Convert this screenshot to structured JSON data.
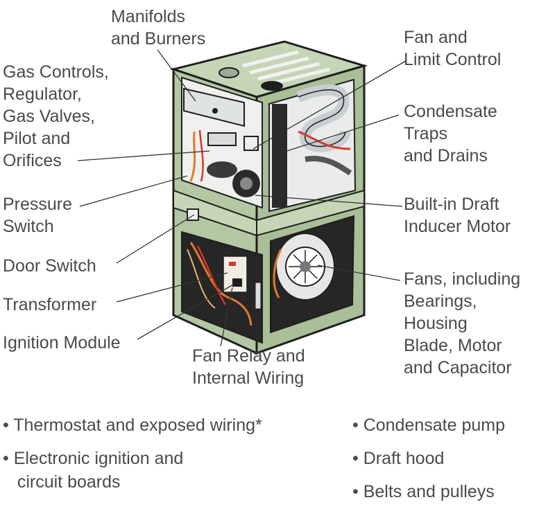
{
  "labels": {
    "manifolds": "Manifolds\nand Burners",
    "gas_controls": "Gas Controls,\nRegulator,\nGas Valves,\nPilot and\nOrifices",
    "pressure_switch": "Pressure\nSwitch",
    "door_switch": "Door Switch",
    "transformer": "Transformer",
    "ignition_module": "Ignition Module",
    "fan_relay": "Fan Relay and\nInternal Wiring",
    "fan_limit": "Fan and\nLimit Control",
    "condensate_traps": "Condensate\nTraps\nand Drains",
    "draft_inducer": "Built-in Draft\nInducer Motor",
    "fans": "Fans, including\nBearings,\nHousing\nBlade, Motor\nand Capacitor"
  },
  "bullets_left": [
    "• Thermostat and exposed wiring*",
    "• Electronic ignition and\n   circuit boards"
  ],
  "bullets_right": [
    "• Condensate pump",
    "• Draft hood",
    "• Belts and pulleys"
  ],
  "colors": {
    "cabinet_light": "#c5d6b6",
    "cabinet_mid": "#a9bf97",
    "cabinet_dark": "#8aa377",
    "outline": "#1e1e1e",
    "wire_orange": "#e2782c",
    "wire_red": "#d23a2a",
    "leader_line": "#333333"
  }
}
